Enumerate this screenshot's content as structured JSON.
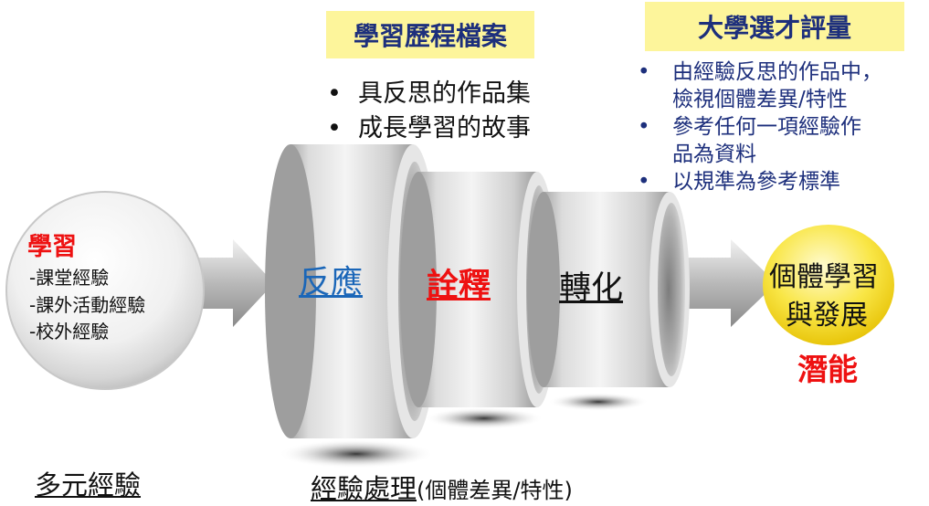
{
  "learning": {
    "title": "學習",
    "items": [
      "-課堂經驗",
      "-課外活動經驗",
      "-校外經驗"
    ]
  },
  "labels": {
    "diverse": "多元經驗",
    "processing": "經驗處理",
    "processing_suffix": "(個體差異/特性)"
  },
  "stages": {
    "reflection": "反應",
    "interpretation": "詮釋",
    "transformation": "轉化"
  },
  "portfolio": {
    "title": "學習歷程檔案",
    "bullets": [
      "具反思的作品集",
      "成長學習的故事"
    ]
  },
  "selection": {
    "title": "大學選才評量",
    "bullets": [
      [
        "由經驗反思的作品中，",
        "檢視個體差異/特性"
      ],
      [
        "參考任何一項經驗作",
        "品為資料"
      ],
      [
        "以規準為參考標準"
      ]
    ]
  },
  "outcome": {
    "line1": "個體學習",
    "line2": "與發展",
    "potential": "潛能"
  },
  "bullet_char": "•",
  "colors": {
    "red": "#ee1111",
    "blue": "#1a66b8",
    "navy": "#1d2f7c",
    "highlight": "#fdf59b",
    "gold": "#f7d800"
  }
}
